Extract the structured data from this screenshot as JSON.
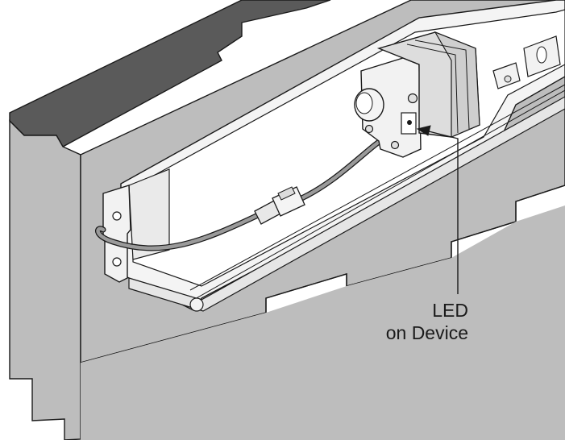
{
  "callout": {
    "line1": "LED",
    "line2": "on Device",
    "target": "led-indicator"
  },
  "colors": {
    "wall_face": "#bdbdbd",
    "wall_top": "#5a5a5a",
    "wall_edge": "#8a8a8a",
    "metal": "#f2f2f2",
    "outline": "#1a1a1a",
    "cable": "#9a9a9a",
    "motor_shade": "#cfcfcf",
    "background": "#ffffff"
  }
}
